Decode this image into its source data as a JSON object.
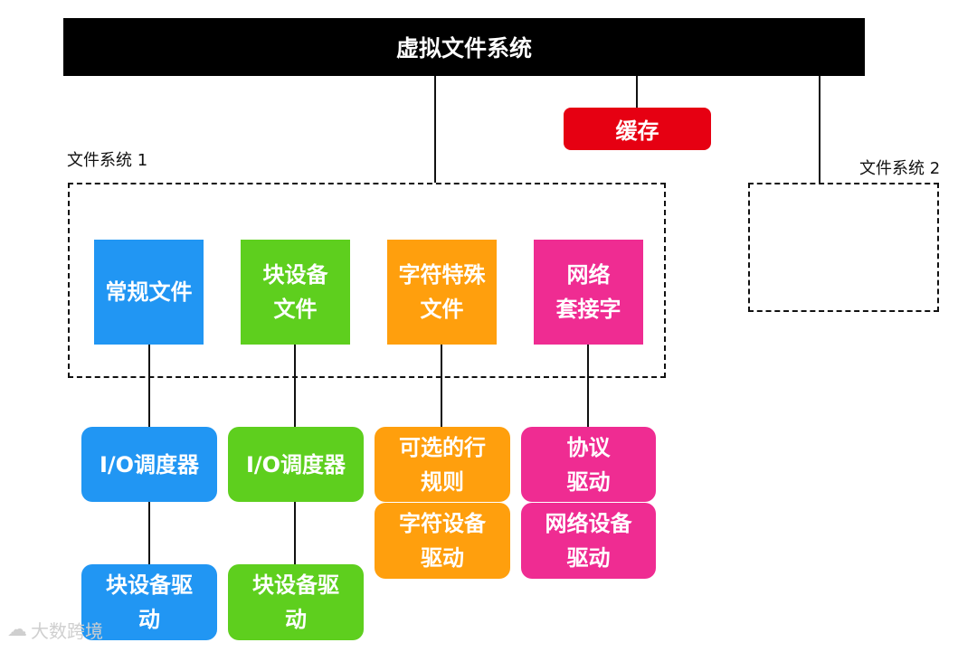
{
  "colors": {
    "blue": "#2196f3",
    "green": "#5ecf1e",
    "orange": "#ff9f0d",
    "pink": "#ef2c92",
    "red": "#e60012",
    "black": "#000000"
  },
  "vfs": {
    "label": "虚拟文件系统"
  },
  "cache": {
    "label": "缓存"
  },
  "fs1": {
    "label": "文件系统 1"
  },
  "fs2": {
    "label": "文件系统 2"
  },
  "file_types": [
    {
      "line1": "常规文件",
      "line2": ""
    },
    {
      "line1": "块设备",
      "line2": "文件"
    },
    {
      "line1": "字符特殊",
      "line2": "文件"
    },
    {
      "line1": "网络",
      "line2": "套接字"
    }
  ],
  "layer2": [
    {
      "line1": "I/O调度器",
      "line2": ""
    },
    {
      "line1": "I/O调度器",
      "line2": ""
    },
    {
      "line1": "可选的行",
      "line2": "规则"
    },
    {
      "line1": "协议",
      "line2": "驱动"
    }
  ],
  "layer3": [
    {
      "line1": "块设备驱",
      "line2": "动"
    },
    {
      "line1": "块设备驱",
      "line2": "动"
    },
    {
      "line1": "字符设备",
      "line2": "驱动"
    },
    {
      "line1": "网络设备",
      "line2": "驱动"
    }
  ],
  "watermark": {
    "text": "大数跨境"
  }
}
